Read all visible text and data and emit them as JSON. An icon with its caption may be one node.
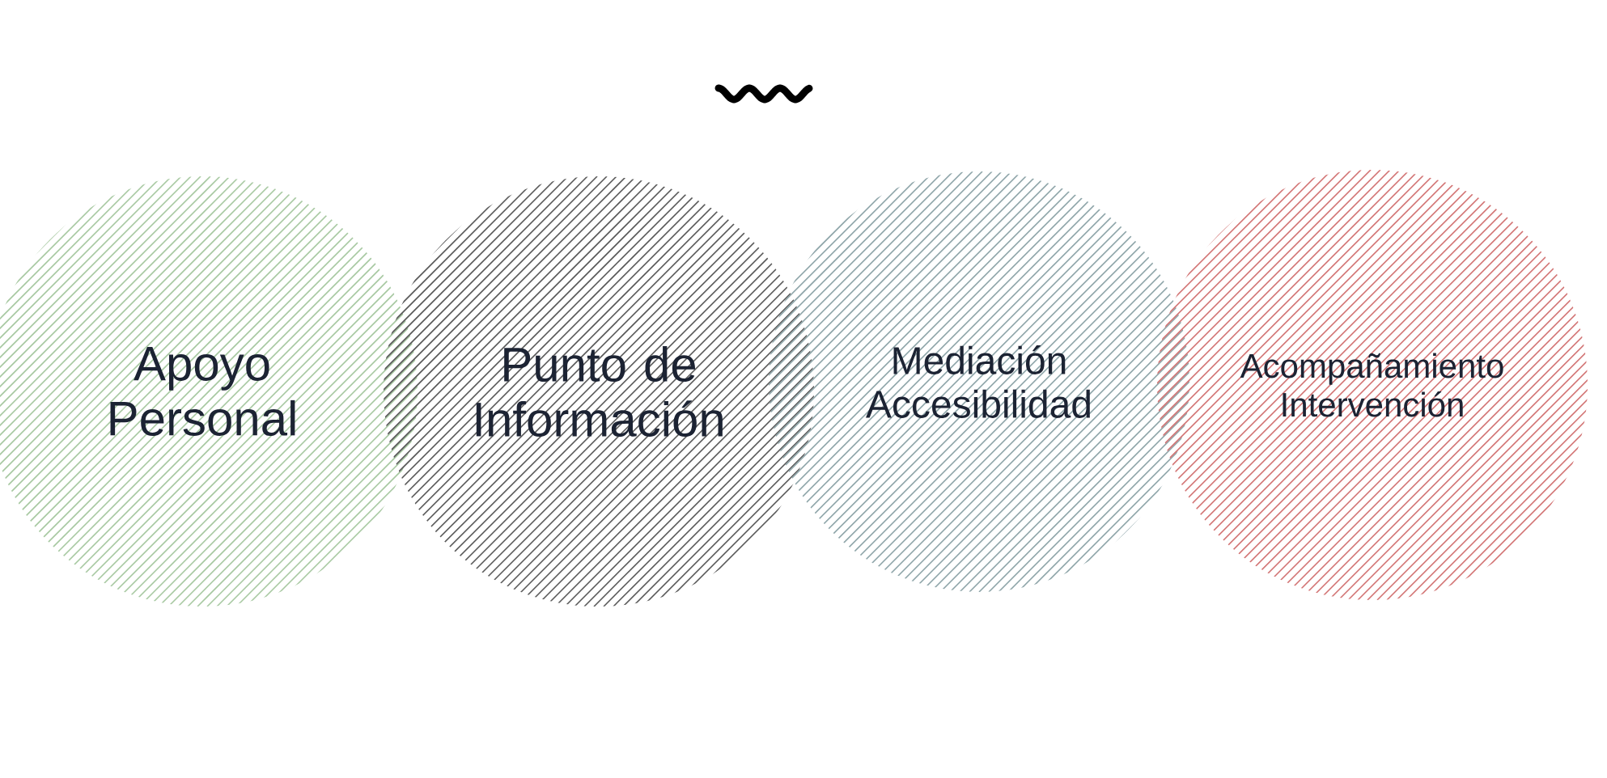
{
  "diagram": {
    "nodes": [
      {
        "text": [
          "Apoyo Personal"
        ]
      },
      {
        "text": [
          "Punto de Información"
        ]
      },
      {
        "text": [
          "Mediación Accesibilidad"
        ]
      },
      {
        "text": [
          "Acompañamiento Intervención"
        ]
      }
    ]
  }
}
